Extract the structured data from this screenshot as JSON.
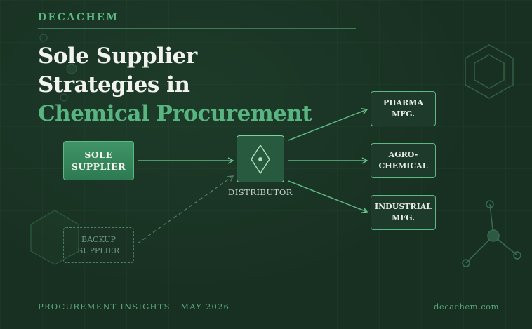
{
  "brand": "DECACHEM",
  "title": {
    "line1": "Sole Supplier",
    "line2": "Strategies in",
    "line3": "Chemical Procurement"
  },
  "diagram": {
    "sole_supplier": {
      "line1": "SOLE",
      "line2": "SUPPLIER"
    },
    "backup_supplier": {
      "line1": "BACKUP",
      "line2": "SUPPLIER"
    },
    "distributor": {
      "label": "DISTRIBUTOR",
      "icon": "diamond-icon"
    },
    "outputs": [
      {
        "line1": "PHARMA",
        "line2": "MFG."
      },
      {
        "line1": "AGRO-",
        "line2": "CHEMICAL"
      },
      {
        "line1": "INDUSTRIAL",
        "line2": "MFG."
      }
    ]
  },
  "footer": {
    "left": "PROCUREMENT INSIGHTS · MAY 2026",
    "right": "decachem.com"
  },
  "colors": {
    "background": "#183022",
    "accent": "#58b481",
    "title_text": "#f2f3ee",
    "line": "#5cb884"
  }
}
